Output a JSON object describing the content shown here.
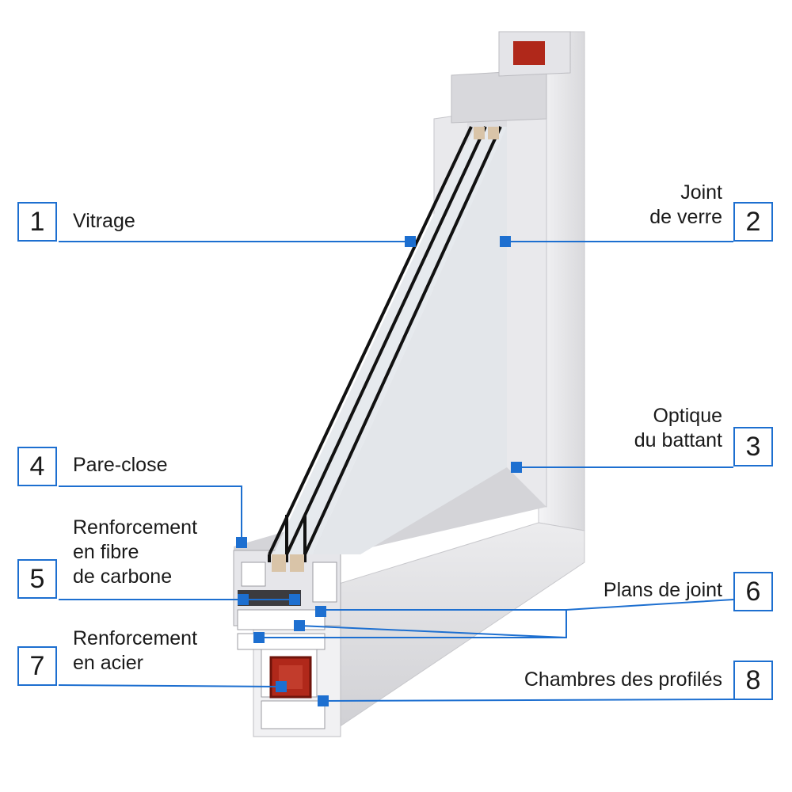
{
  "colors": {
    "accent": "#1d6fd0",
    "reinforcement": "#b0281a",
    "frame": "#e6e6e8"
  },
  "callouts": [
    {
      "number": "1",
      "lines": [
        "Vitrage"
      ]
    },
    {
      "number": "2",
      "lines": [
        "Joint",
        "de verre"
      ]
    },
    {
      "number": "3",
      "lines": [
        "Optique",
        "du battant"
      ]
    },
    {
      "number": "4",
      "lines": [
        "Pare-close"
      ]
    },
    {
      "number": "5",
      "lines": [
        "Renforcement",
        "en fibre",
        "de carbone"
      ]
    },
    {
      "number": "6",
      "lines": [
        "Plans de joint"
      ]
    },
    {
      "number": "7",
      "lines": [
        "Renforcement",
        "en acier"
      ]
    },
    {
      "number": "8",
      "lines": [
        "Chambres des profilés"
      ]
    }
  ]
}
